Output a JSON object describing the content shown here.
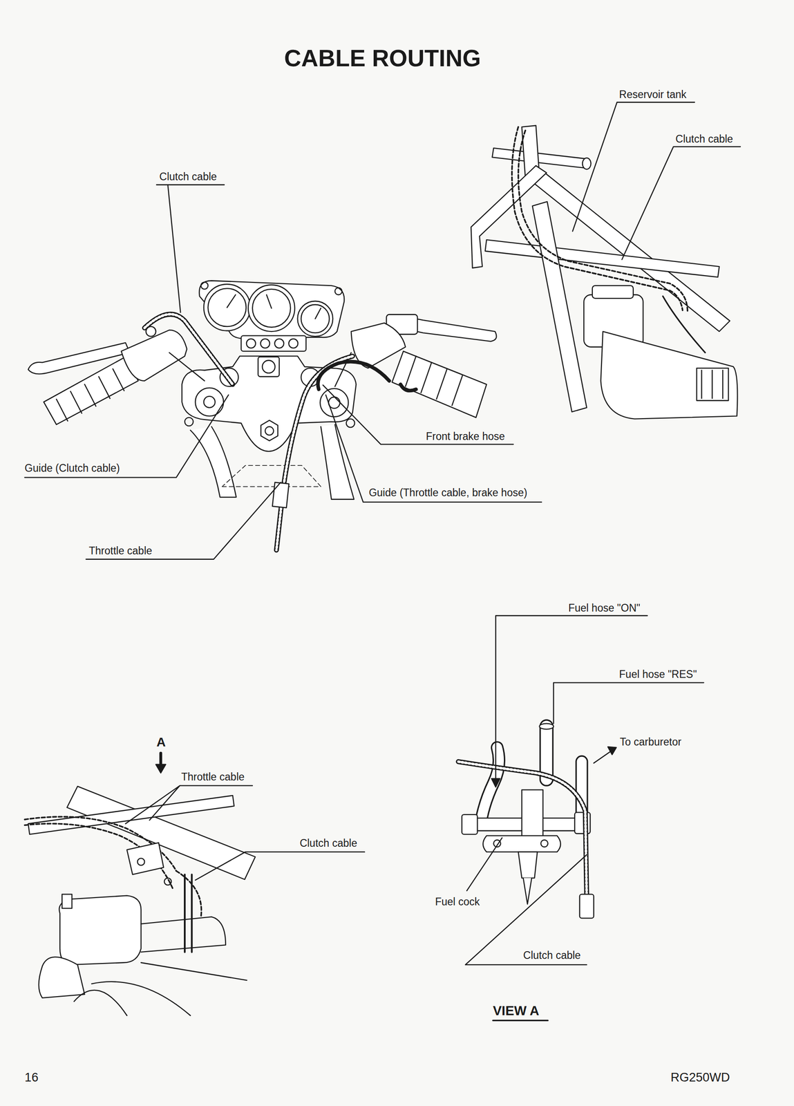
{
  "diagram": {
    "title": "CABLE ROUTING",
    "labels": [
      "Reservoir tank",
      "Clutch cable",
      "Clutch cable",
      "Front brake hose",
      "Guide (Clutch cable)",
      "Guide (Throttle cable, brake hose)",
      "Throttle cable",
      "Fuel hose \"ON\"",
      "Fuel hose \"RES\"",
      "To carburetor",
      "A",
      "Throttle cable",
      "Clutch cable",
      "Fuel cock",
      "Clutch cable",
      "VIEW A",
      "16",
      "RG250WD"
    ]
  }
}
